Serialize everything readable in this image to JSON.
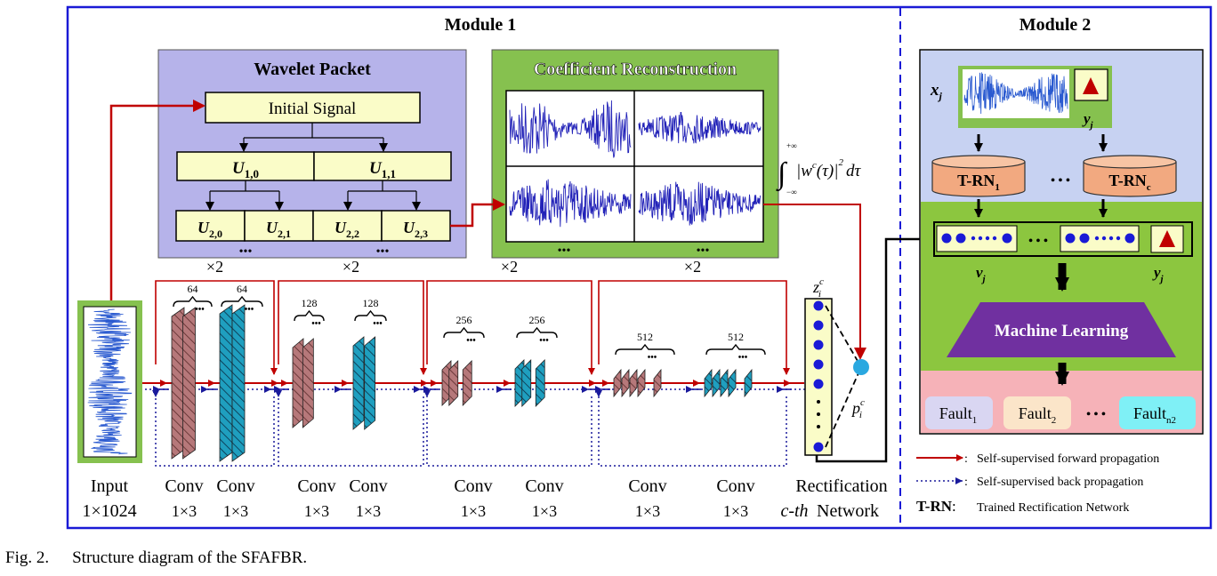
{
  "module1": {
    "title": "Module 1"
  },
  "module2": {
    "title": "Module 2"
  },
  "wavelet": {
    "title": "Wavelet Packet",
    "root": "Initial Signal",
    "level1": [
      "U",
      "U"
    ],
    "level1_sub": [
      "1,0",
      "1,1"
    ],
    "level2": [
      "U",
      "U",
      "U",
      "U"
    ],
    "level2_sub": [
      "2,0",
      "2,1",
      "2,2",
      "2,3"
    ],
    "ellipsis": "•••"
  },
  "coef": {
    "title": "Coefficient Reconstruction",
    "ellipsis": "•••"
  },
  "energy_formula": {
    "upper": "+∞",
    "lower": "−∞",
    "body": "|w",
    "sup_c": "c",
    "tail": "(τ)|",
    "sup2": "2",
    "dtau": "dτ"
  },
  "input": {
    "label": "Input",
    "size": "1×1024"
  },
  "conv_blocks": [
    {
      "repeat": "×2",
      "channels": [
        "64",
        "64"
      ],
      "labels": [
        "Conv",
        "Conv"
      ],
      "kernels": [
        "1×3",
        "1×3"
      ]
    },
    {
      "repeat": "×2",
      "channels": [
        "128",
        "128"
      ],
      "labels": [
        "Conv",
        "Conv"
      ],
      "kernels": [
        "1×3",
        "1×3"
      ]
    },
    {
      "repeat": "×2",
      "channels": [
        "256",
        "256"
      ],
      "labels": [
        "Conv",
        "Conv"
      ],
      "kernels": [
        "1×3",
        "1×3"
      ]
    },
    {
      "repeat": "×2",
      "channels": [
        "512",
        "512"
      ],
      "labels": [
        "Conv",
        "Conv"
      ],
      "kernels": [
        "1×3",
        "1×3"
      ]
    }
  ],
  "rectification": {
    "line1": "Rectification",
    "cth": "c-th",
    "line2": "Network",
    "z_base": "z",
    "z_sub": "i",
    "z_sup": "c",
    "p_base": "p",
    "p_sub": "i",
    "p_sup": "c"
  },
  "module2_content": {
    "x_base": "x",
    "x_sub": "j",
    "y_base": "y",
    "y_sub": "j",
    "v_base": "v",
    "v_sub": "j",
    "trn_base": "T-RN",
    "trn_subs": [
      "1",
      "c"
    ],
    "dots": "• • •",
    "ml": "Machine Learning",
    "fault_base": "Fault",
    "fault_subs": [
      "1",
      "2",
      "n2"
    ]
  },
  "legend": {
    "forward": "Self-supervised forward propagation",
    "back": "Self-supervised back propagation",
    "trn_key": "T-RN",
    "trn_desc": "Trained Rectification Network",
    "colon": ":"
  },
  "caption": {
    "fig": "Fig. 2.",
    "text": "Structure diagram of the SFAFBR."
  },
  "colors": {
    "frame": "#1a1ad6",
    "wavelet_bg": "#b6b3ea",
    "coef_bg": "#86c14f",
    "node_fill": "#fafcc8",
    "forward": "#c00000",
    "back": "#1a1a9c",
    "conv_pink": "#b6787a",
    "conv_teal": "#1f9fbf",
    "trn_fill": "#f2a980",
    "ml_fill": "#7030a0",
    "band_blue": "#c7d2f2",
    "band_green": "#8cc63f",
    "band_pink": "#f6b2b8",
    "point_cyan": "#2aa8e0"
  }
}
